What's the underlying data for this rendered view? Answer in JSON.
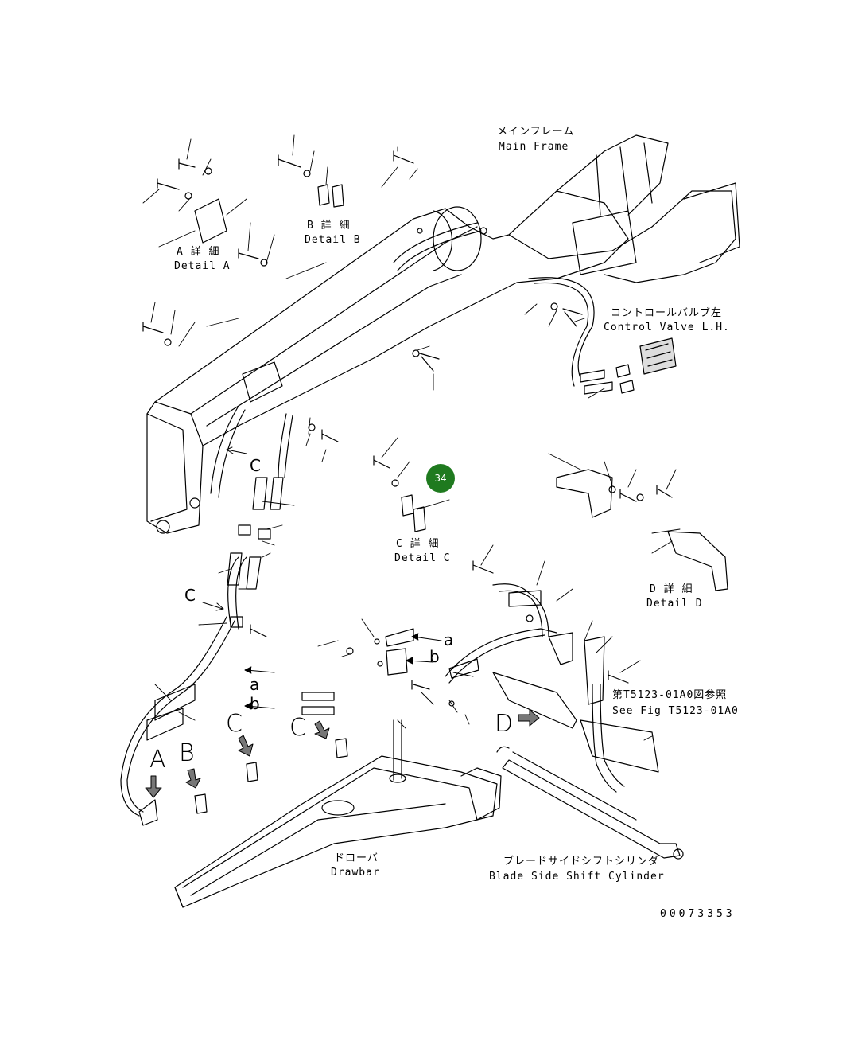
{
  "labels": {
    "main_frame_jp": "メインフレーム",
    "main_frame_en": "Main Frame",
    "detail_a_jp": "A 詳 細",
    "detail_a_en": "Detail A",
    "detail_b_jp": "B 詳 細",
    "detail_b_en": "Detail B",
    "detail_c_jp": "C 詳 細",
    "detail_c_en": "Detail C",
    "detail_d_jp": "D 詳 細",
    "detail_d_en": "Detail D",
    "control_valve_jp": "コントロールバルブ左",
    "control_valve_en": "Control Valve L.H.",
    "see_fig_jp": "第T5123-01A0図参照",
    "see_fig_en": "See Fig T5123-01A0",
    "drawbar_jp": "ドローバ",
    "drawbar_en": "Drawbar",
    "cylinder_jp": "ブレードサイドシフトシリンダ",
    "cylinder_en": "Blade Side Shift Cylinder",
    "drawing_no": "00073353"
  },
  "markers": {
    "a": "a",
    "b": "b",
    "c": "C",
    "a_big": "A",
    "b_big": "B",
    "c_big": "C",
    "d_big": "D"
  },
  "callouts": {
    "part_34": "34"
  },
  "colors": {
    "callout": "#1f7a1f",
    "line": "#000000"
  }
}
